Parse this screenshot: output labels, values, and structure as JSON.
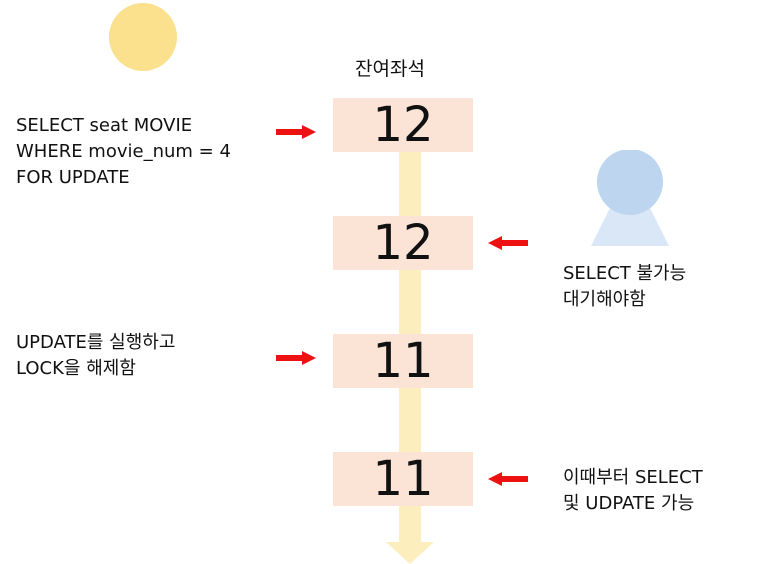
{
  "header": {
    "title": "잔여좌석"
  },
  "counters": [
    "12",
    "12",
    "11",
    "11"
  ],
  "left_texts": {
    "query": [
      "SELECT seat MOVIE",
      "WHERE movie_num = 4",
      "FOR UPDATE"
    ],
    "update": [
      "UPDATE를 실행하고",
      "LOCK을 해제함"
    ]
  },
  "right_texts": {
    "blocked": [
      "SELECT 불가능",
      "대기해야함"
    ],
    "available": [
      "이때부터 SELECT",
      "및 UDPATE 가능"
    ]
  },
  "colors": {
    "user_a": "#fbe08e",
    "user_b_head": "#bdd5ee",
    "user_b_body": "#dae7f6",
    "box": "#fbe4d6",
    "timeline": "#fdeebd",
    "arrow": "#ee1111"
  }
}
